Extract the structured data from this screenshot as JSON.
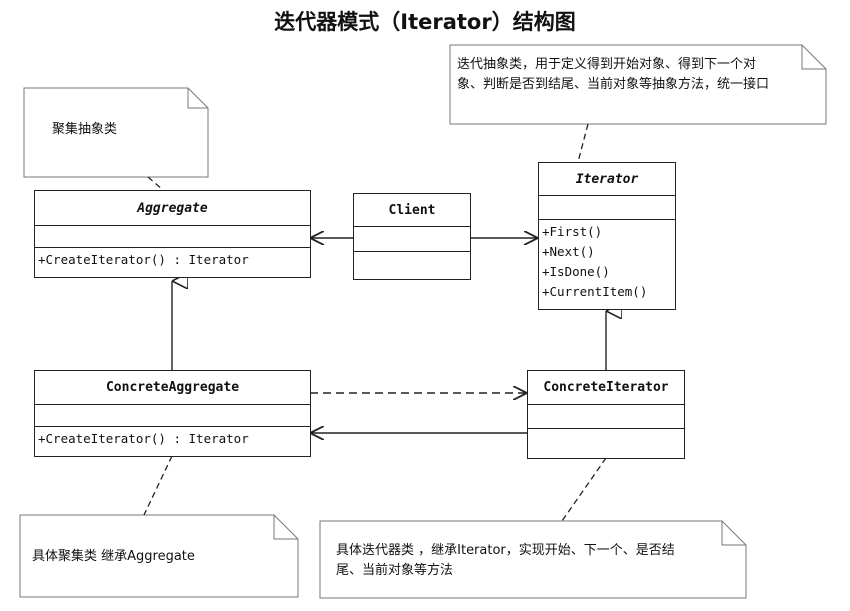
{
  "title": "迭代器模式（Iterator）结构图",
  "classes": {
    "aggregate": {
      "name": "Aggregate",
      "operations": [
        "+CreateIterator() : Iterator"
      ]
    },
    "client": {
      "name": "Client"
    },
    "iterator": {
      "name": "Iterator",
      "operations": [
        "+First()",
        "+Next()",
        "+IsDone()",
        "+CurrentItem()"
      ]
    },
    "concrete_aggregate": {
      "name": "ConcreteAggregate",
      "operations": [
        "+CreateIterator() : Iterator"
      ]
    },
    "concrete_iterator": {
      "name": "ConcreteIterator"
    }
  },
  "notes": {
    "aggregate_note": "聚集抽象类",
    "iterator_note": "迭代抽象类，用于定义得到开始对象、得到下一个对象、判断是否到结尾、当前对象等抽象方法，统一接口",
    "concrete_aggregate_note": "具体聚集类 继承Aggregate",
    "concrete_iterator_note": "具体迭代器类 ，继承Iterator，实现开始、下一个、是否结尾、当前对象等方法"
  },
  "colors": {
    "line": "#222222",
    "note_border": "#777777",
    "background": "#ffffff"
  }
}
